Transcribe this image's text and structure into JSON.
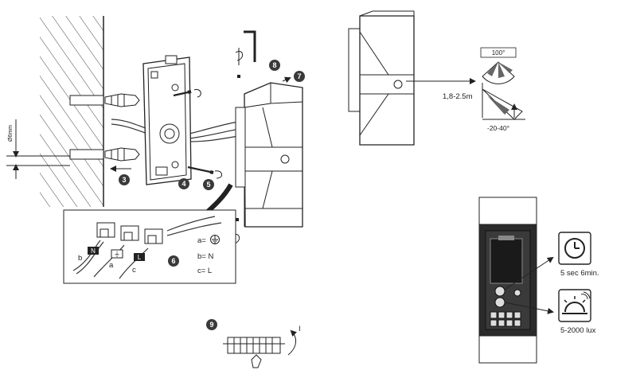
{
  "steps": {
    "s3": "3",
    "s4": "4",
    "s5": "5",
    "s6": "6",
    "s7": "7",
    "s8": "8",
    "s9": "9"
  },
  "drill_diameter": "Ø6mm",
  "wiring": {
    "a_eq": "a=",
    "b_eq": "b= N",
    "c_eq": "c= L",
    "wire_a": "a",
    "wire_b": "b",
    "wire_c": "c"
  },
  "sensor": {
    "angle_h": "100°",
    "height": "1,8-2.5m",
    "angle_v": "-20-40°"
  },
  "controls": {
    "time_range": "5 sec 6min.",
    "lux_range": "5-2000 lux"
  },
  "final_turn": "I",
  "icons": [
    "ground-icon",
    "clock-icon",
    "sunrise-icon",
    "hex-key-icon",
    "screw-icon",
    "arrow-icon"
  ]
}
